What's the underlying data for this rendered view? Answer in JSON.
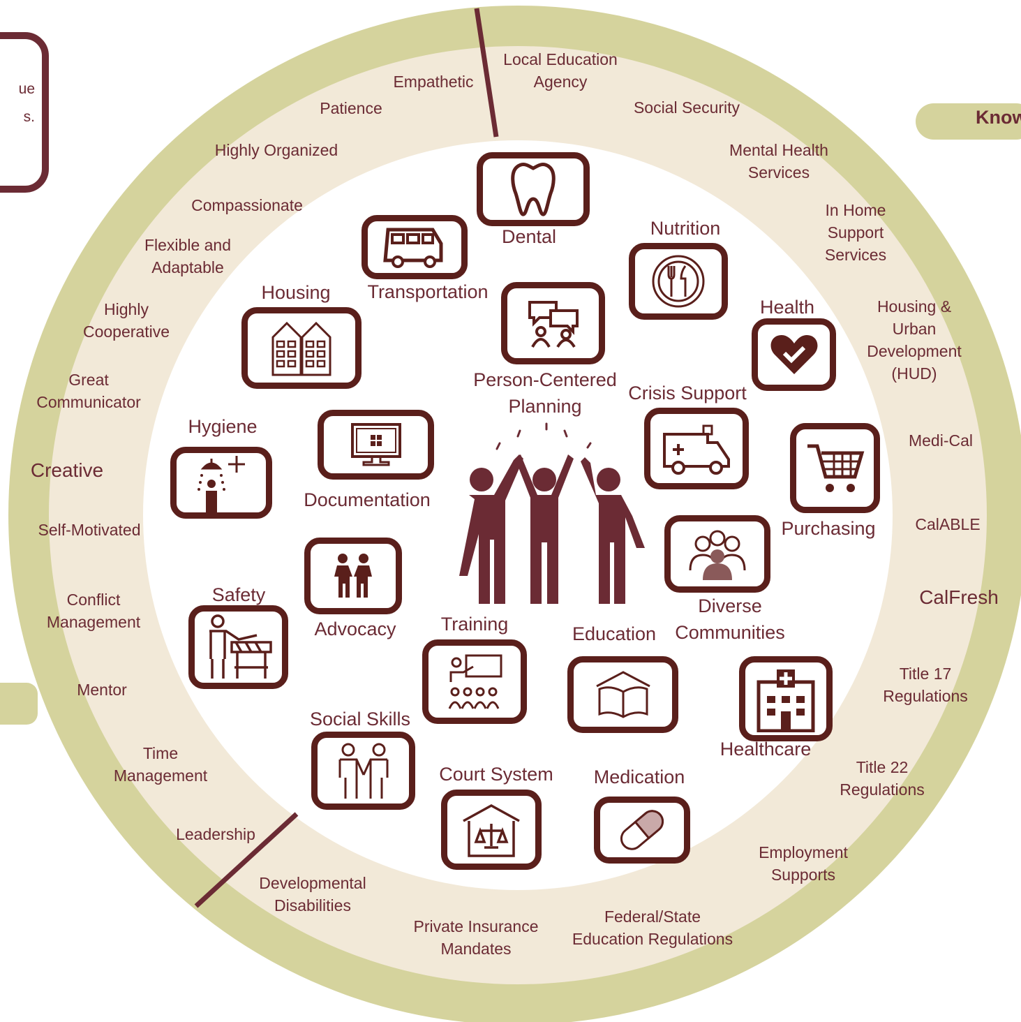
{
  "colors": {
    "outer_ring": "#d5d39d",
    "inner_ring": "#f2e9d8",
    "accent": "#6b2b34",
    "icon_border": "#5a1f1b"
  },
  "left_card": {
    "text": "ue\ns."
  },
  "right_tab": {
    "text": "Know"
  },
  "ring_left": {
    "empathetic": "Empathetic",
    "patience": "Patience",
    "highly_organized": "Highly Organized",
    "compassionate": "Compassionate",
    "flexible": "Flexible and\nAdaptable",
    "cooperative": "Highly\nCooperative",
    "communicator": "Great\nCommunicator",
    "creative": "Creative",
    "self_motivated": "Self-Motivated",
    "conflict": "Conflict\nManagement",
    "mentor": "Mentor",
    "time": "Time\nManagement",
    "leadership": "Leadership"
  },
  "ring_right": {
    "lea": "Local Education\nAgency",
    "social_security": "Social Security",
    "mental_health": "Mental Health\nServices",
    "ihss": "In Home\nSupport\nServices",
    "hud": "Housing & Urban\nDevelopment\n(HUD)",
    "medi_cal": "Medi-Cal",
    "calable": "CalABLE",
    "calfresh": "CalFresh",
    "title17": "Title 17\nRegulations",
    "title22": "Title 22\nRegulations",
    "employment": "Employment\nSupports",
    "federal_state": "Federal/State\nEducation Regulations",
    "private_insurance": "Private Insurance\nMandates",
    "dd": "Developmental\nDisabilities"
  },
  "nodes": {
    "dental": "Dental",
    "transportation": "Transportation",
    "nutrition": "Nutrition",
    "housing": "Housing",
    "pcp": "Person-Centered\nPlanning",
    "health": "Health",
    "crisis": "Crisis Support",
    "hygiene": "Hygiene",
    "documentation": "Documentation",
    "purchasing": "Purchasing",
    "diverse": "Diverse\nCommunities",
    "safety": "Safety",
    "advocacy": "Advocacy",
    "training": "Training",
    "education": "Education",
    "healthcare": "Healthcare",
    "social_skills": "Social Skills",
    "court": "Court System",
    "medication": "Medication"
  },
  "icons": {
    "center": "people-celebrating-icon",
    "dental": "tooth-icon",
    "transportation": "bus-icon",
    "nutrition": "fork-knife-plate-icon",
    "housing": "buildings-icon",
    "pcp": "meeting-chat-icon",
    "health": "heart-check-icon",
    "crisis": "ambulance-icon",
    "hygiene": "shower-icon",
    "documentation": "computer-monitor-icon",
    "purchasing": "shopping-cart-icon",
    "diverse": "diverse-group-icon",
    "safety": "barrier-worker-icon",
    "advocacy": "two-people-icon",
    "training": "classroom-icon",
    "education": "open-book-icon",
    "healthcare": "hospital-icon",
    "social_skills": "handshake-icon",
    "court": "courthouse-scales-icon",
    "medication": "pill-capsule-icon"
  }
}
